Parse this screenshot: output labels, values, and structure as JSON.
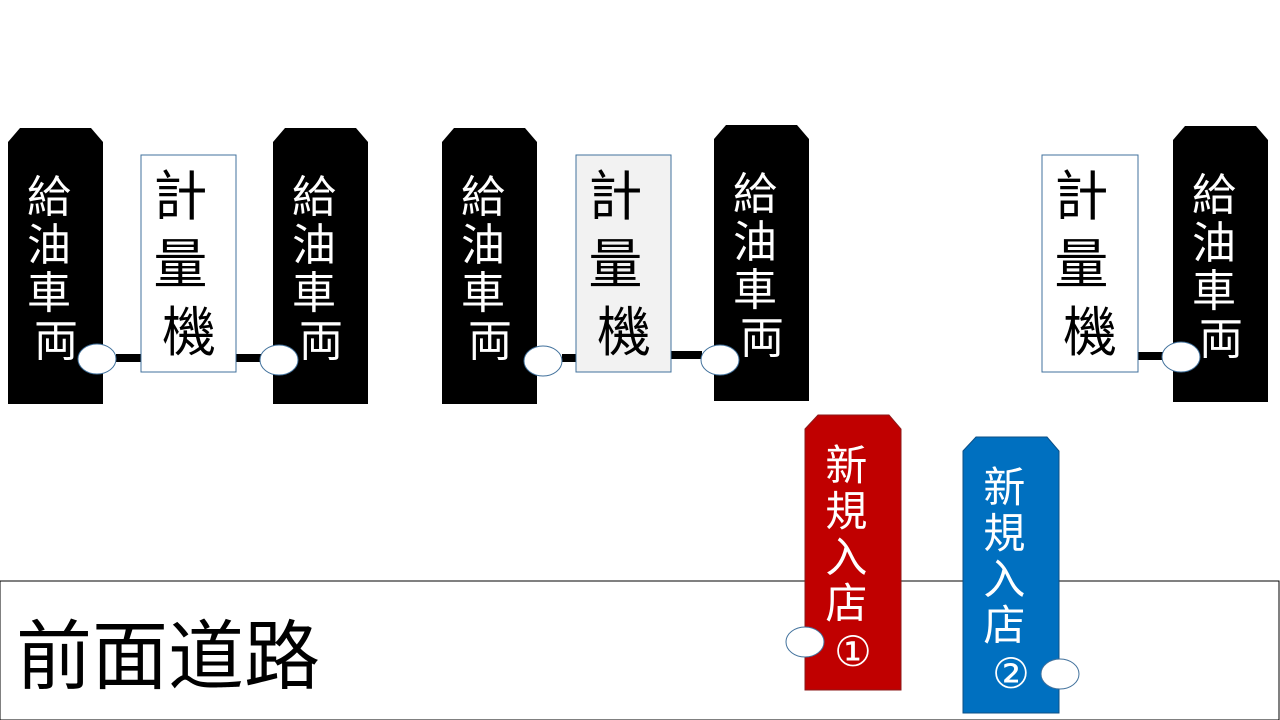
{
  "road": {
    "label": "前面道路"
  },
  "vehicles": [
    {
      "label": "給油車両"
    },
    {
      "label": "給油車両"
    },
    {
      "label": "給油車両"
    },
    {
      "label": "給油車両"
    },
    {
      "label": "給油車両"
    }
  ],
  "dispensers": [
    {
      "label": "計量機"
    },
    {
      "label": "計量機"
    },
    {
      "label": "計量機"
    }
  ],
  "new_entries": [
    {
      "label": "新規入店①",
      "color": "#c00000"
    },
    {
      "label": "新規入店②",
      "color": "#0070c0"
    }
  ],
  "colors": {
    "vehicle": "#000000",
    "dispenser_fill": "#ffffff",
    "dispenser_fill_alt": "#f2f2f2",
    "dispenser_border": "#41719c",
    "road_line": "#000000",
    "node_fill": "#ffffff",
    "node_stroke": "#41719c"
  }
}
